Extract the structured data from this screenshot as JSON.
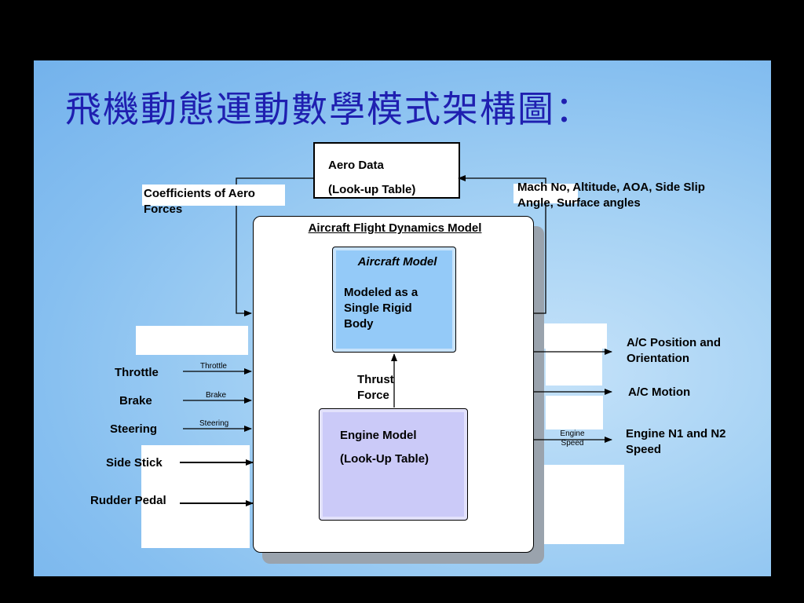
{
  "slide": {
    "title": "飛機動態運動數學模式架構圖："
  },
  "diagram": {
    "aero_data": {
      "line1": "Aero Data",
      "line2": "(Look-up Table)"
    },
    "coefficients_label": "Coefficients of Aero Forces",
    "mach_label": "Mach No, Altitude, AOA, Side Slip Angle, Surface angles",
    "main_box_title": "Aircraft Flight Dynamics Model",
    "aircraft_model": {
      "title": "Aircraft Model",
      "body": "Modeled as a Single Rigid Body"
    },
    "thrust_label": "Thrust Force",
    "engine_model": {
      "line1": "Engine Model",
      "line2": "(Look-Up Table)"
    },
    "inputs": [
      {
        "label": "Throttle",
        "small": "Throttle"
      },
      {
        "label": "Brake",
        "small": "Brake"
      },
      {
        "label": "Steering",
        "small": "Steering"
      },
      {
        "label": "Side Stick"
      },
      {
        "label": "Rudder Pedal"
      }
    ],
    "outputs": [
      {
        "label": "A/C Position and Orientation"
      },
      {
        "label": "A/C Motion"
      },
      {
        "label": "Engine N1 and N2 Speed",
        "small": "Engine Speed"
      }
    ]
  }
}
